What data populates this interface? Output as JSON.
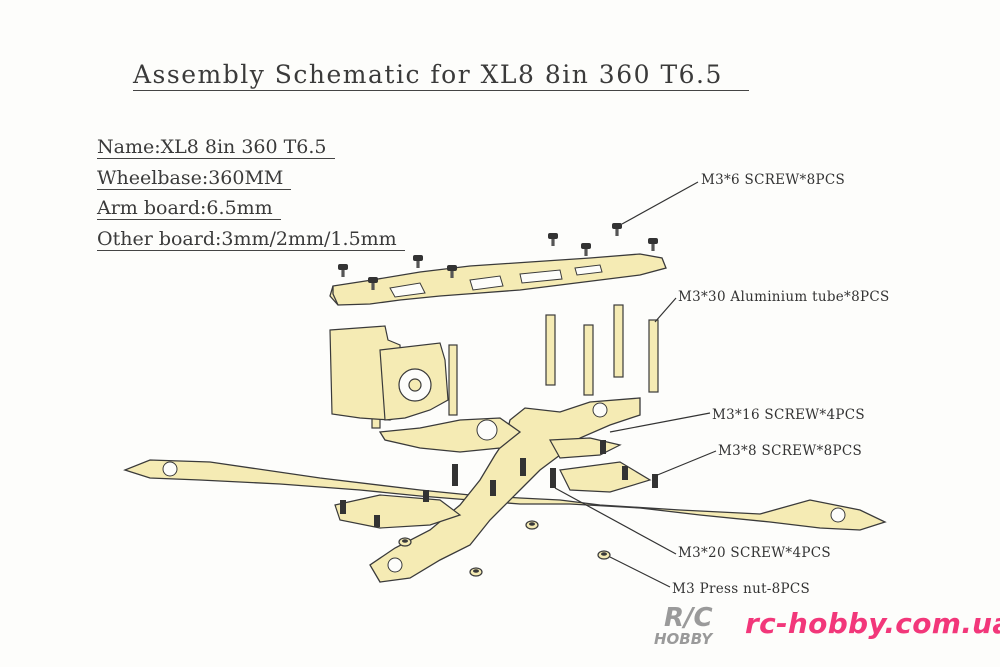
{
  "title": "Assembly Schematic for XL8 8in 360 T6.5",
  "specs": {
    "name": "Name:XL8 8in 360 T6.5",
    "wheelbase": "Wheelbase:360MM",
    "arm_board": "Arm board:6.5mm",
    "other_board": "Other board:3mm/2mm/1.5mm"
  },
  "callouts": {
    "screw_m3x6": "M3*6 SCREW*8PCS",
    "tube_m3x30": "M3*30 Aluminium tube*8PCS",
    "screw_m3x16": "M3*16 SCREW*4PCS",
    "screw_m3x8": "M3*8 SCREW*8PCS",
    "screw_m3x20": "M3*20 SCREW*4PCS",
    "press_nut": "M3 Press nut-8PCS"
  },
  "watermark": {
    "site": "rc-hobby.com.ua",
    "logo_top": "R/C",
    "logo_bottom": "HOBBY"
  },
  "colors": {
    "part_fill": "#f5ebb4",
    "part_stroke": "#3a3a3a",
    "screw": "#333333",
    "watermark": "#f2377a",
    "logo_gray": "#9a9a9a"
  }
}
